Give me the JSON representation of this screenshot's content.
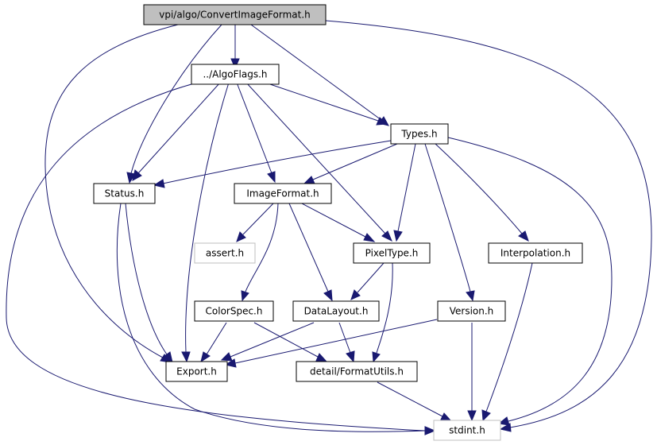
{
  "nodes": {
    "convert": "vpi/algo/ConvertImageFormat.h",
    "algoflags": "../AlgoFlags.h",
    "types": "Types.h",
    "status": "Status.h",
    "imageformat": "ImageFormat.h",
    "assert": "assert.h",
    "pixeltype": "PixelType.h",
    "interpolation": "Interpolation.h",
    "colorspec": "ColorSpec.h",
    "datalayout": "DataLayout.h",
    "version": "Version.h",
    "export": "Export.h",
    "formatutils": "detail/FormatUtils.h",
    "stdint": "stdint.h"
  },
  "colors": {
    "edge": "#191970",
    "root_fill": "#bfbfbf",
    "missing_border": "#bfbfbf"
  }
}
